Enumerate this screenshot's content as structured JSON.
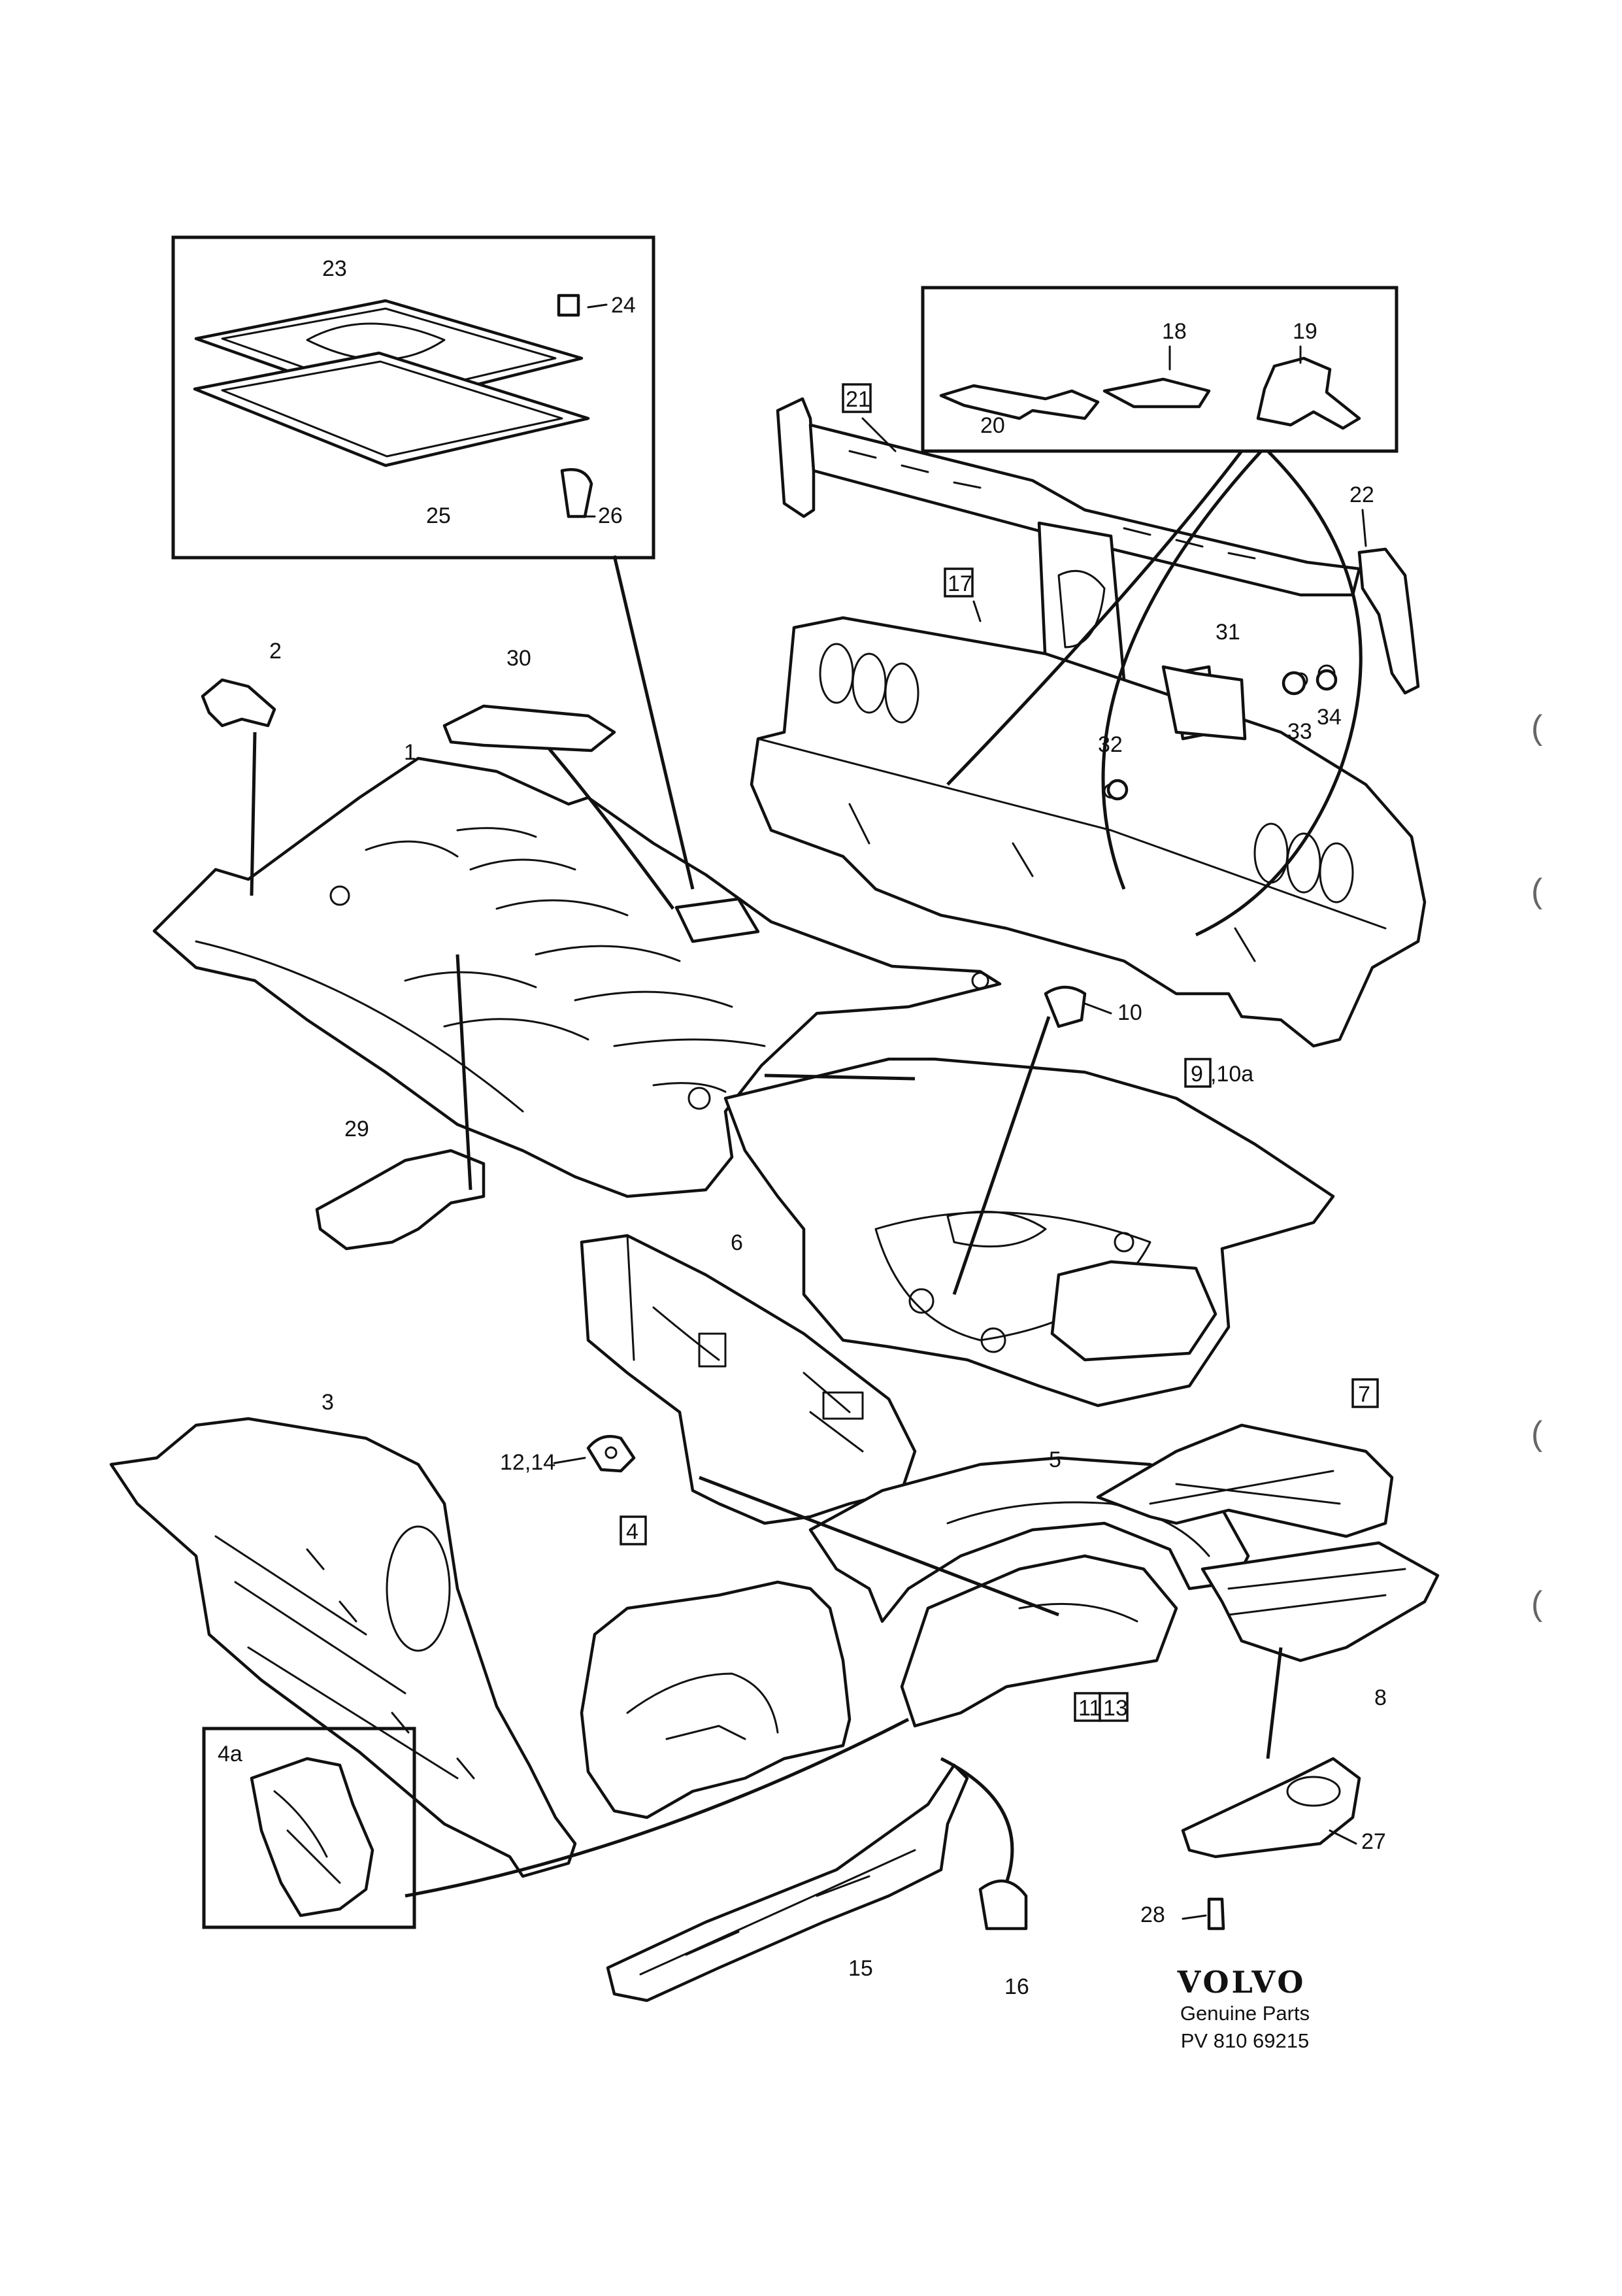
{
  "callouts": {
    "c1": "1",
    "c2": "2",
    "c3": "3",
    "c4": "4",
    "c4a": "4a",
    "c5": "5",
    "c6": "6",
    "c7": "7",
    "c8": "8",
    "c9": "9",
    "c10a": ",10a",
    "c10": "10",
    "c11": "11",
    "c1214": "12,14",
    "c13": "13",
    "c15": "15",
    "c16": "16",
    "c17": "17",
    "c18": "18",
    "c19": "19",
    "c20": "20",
    "c21": "21",
    "c22": "22",
    "c23": "23",
    "c24": "24",
    "c25": "25",
    "c26": "26",
    "c27": "27",
    "c28": "28",
    "c29": "29",
    "c30": "30",
    "c31": "31",
    "c32": "32",
    "c33": "33",
    "c34": "34"
  },
  "footer": {
    "brand": "VOLVO",
    "subtitle": "Genuine Parts",
    "code": "PV 810  69215"
  }
}
